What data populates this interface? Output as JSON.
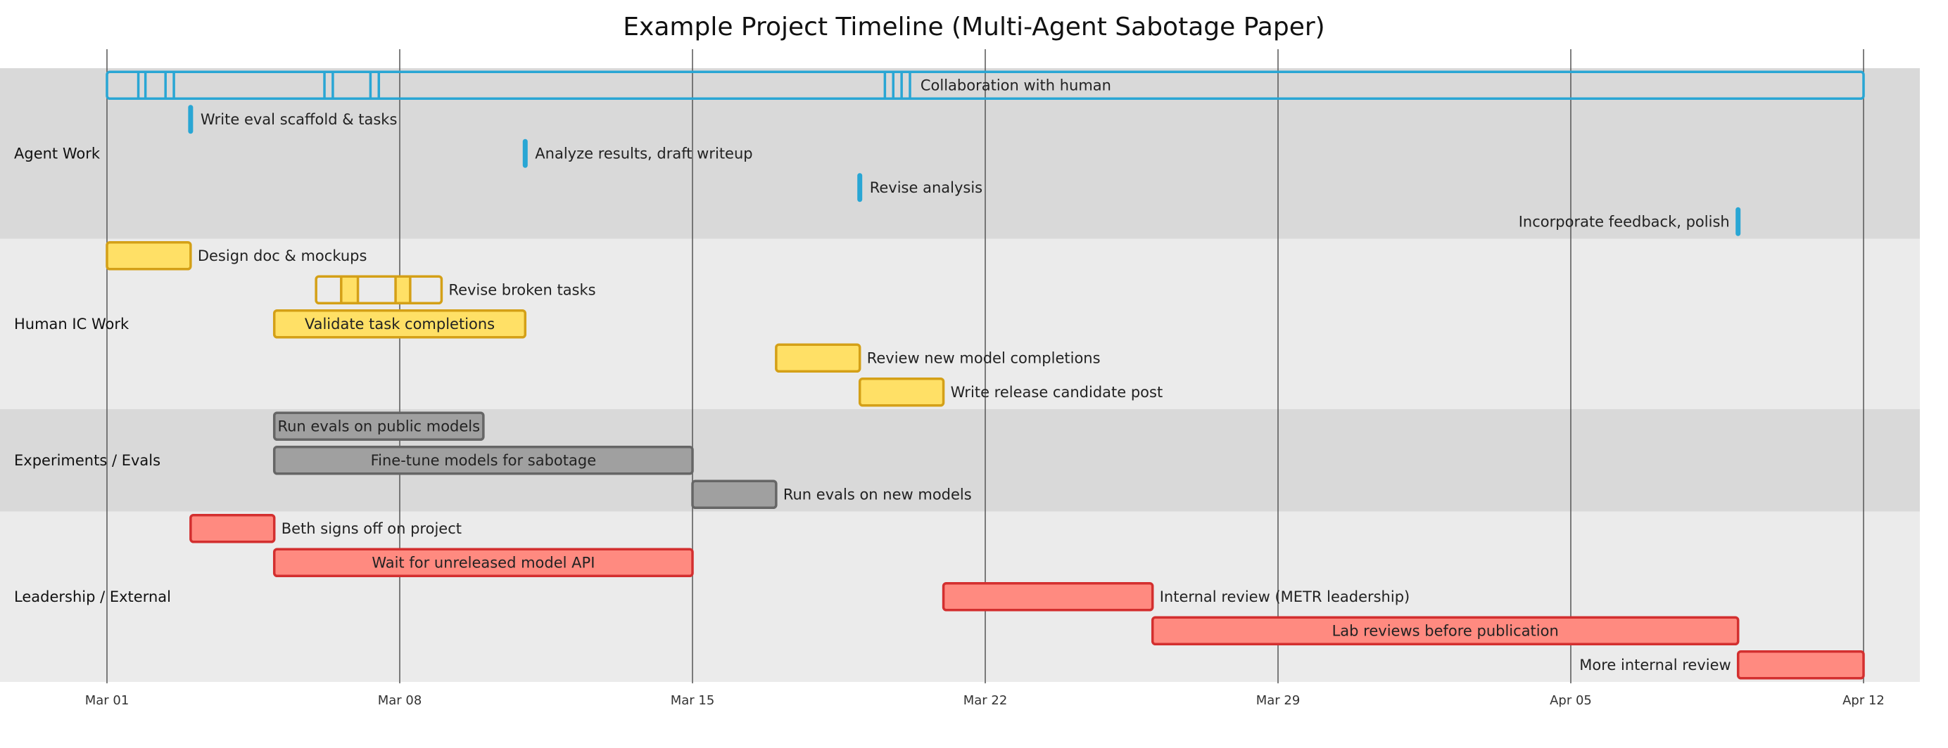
{
  "chart_data": {
    "type": "gantt",
    "title": "Example Project Timeline (Multi-Agent Sabotage Paper)",
    "x_axis": {
      "type": "date",
      "range": [
        "2024-02-27",
        "2024-04-13"
      ],
      "visible_range": [
        "2024-03-01",
        "2024-04-12"
      ],
      "ticks": [
        {
          "date": "2024-03-01",
          "label": "Mar 01"
        },
        {
          "date": "2024-03-08",
          "label": "Mar 08"
        },
        {
          "date": "2024-03-15",
          "label": "Mar 15"
        },
        {
          "date": "2024-03-22",
          "label": "Mar 22"
        },
        {
          "date": "2024-03-29",
          "label": "Mar 29"
        },
        {
          "date": "2024-04-05",
          "label": "Apr 05"
        },
        {
          "date": "2024-04-12",
          "label": "Apr 12"
        }
      ]
    },
    "grid": true,
    "sections": [
      {
        "name": "Agent Work",
        "fill": "#d9d9d9",
        "color": "#29a6d4",
        "stroke": "#29a6d4",
        "tasks": [
          {
            "label": "Collaboration with human",
            "start": "2024-03-01",
            "end": "2024-04-12",
            "style": "outline",
            "segments": [
              [
                "2024-03-01.75",
                "2024-03-01.92"
              ],
              [
                "2024-03-02.4",
                "2024-03-02.6"
              ],
              [
                "2024-03-06.2",
                "2024-03-06.4"
              ],
              [
                "2024-03-07.3",
                "2024-03-07.5"
              ],
              [
                "2024-03-19.6",
                "2024-03-19.8"
              ],
              [
                "2024-03-20.0",
                "2024-03-20.2"
              ]
            ]
          },
          {
            "label": "Write eval scaffold & tasks",
            "start": "2024-03-03",
            "end": "2024-03-03",
            "style": "milestone"
          },
          {
            "label": "Analyze results, draft writeup",
            "start": "2024-03-11",
            "end": "2024-03-11",
            "style": "milestone"
          },
          {
            "label": "Revise analysis",
            "start": "2024-03-19",
            "end": "2024-03-19",
            "style": "milestone"
          },
          {
            "label": "Incorporate feedback, polish",
            "start": "2024-04-09",
            "end": "2024-04-09",
            "style": "milestone",
            "label_side": "left"
          }
        ]
      },
      {
        "name": "Human IC Work",
        "fill": "#ebebeb",
        "color": "#ffe066",
        "stroke": "#d4a017",
        "tasks": [
          {
            "label": "Design doc & mockups",
            "start": "2024-03-01",
            "end": "2024-03-03"
          },
          {
            "label": "Revise broken tasks",
            "start": "2024-03-06",
            "end": "2024-03-09",
            "style": "outline",
            "segments": [
              [
                "2024-03-06.6",
                "2024-03-07.0"
              ],
              [
                "2024-03-07.9",
                "2024-03-08.25"
              ]
            ]
          },
          {
            "label": "Validate task completions",
            "start": "2024-03-05",
            "end": "2024-03-11",
            "label_side": "inside"
          },
          {
            "label": "Review new model completions",
            "start": "2024-03-17",
            "end": "2024-03-19"
          },
          {
            "label": "Write release candidate post",
            "start": "2024-03-19",
            "end": "2024-03-21"
          }
        ]
      },
      {
        "name": "Experiments / Evals",
        "fill": "#d9d9d9",
        "color": "#a0a0a0",
        "stroke": "#666666",
        "tasks": [
          {
            "label": "Run evals on public models",
            "start": "2024-03-05",
            "end": "2024-03-10",
            "label_side": "inside"
          },
          {
            "label": "Fine-tune models for sabotage",
            "start": "2024-03-05",
            "end": "2024-03-15",
            "label_side": "inside"
          },
          {
            "label": "Run evals on new models",
            "start": "2024-03-15",
            "end": "2024-03-17"
          }
        ]
      },
      {
        "name": "Leadership / External",
        "fill": "#ebebeb",
        "color": "#ff8a80",
        "stroke": "#d32f2f",
        "tasks": [
          {
            "label": "Beth signs off on project",
            "start": "2024-03-03",
            "end": "2024-03-05"
          },
          {
            "label": "Wait for unreleased model API",
            "start": "2024-03-05",
            "end": "2024-03-15",
            "label_side": "inside"
          },
          {
            "label": "Internal review (METR leadership)",
            "start": "2024-03-21",
            "end": "2024-03-26"
          },
          {
            "label": "Lab reviews before publication",
            "start": "2024-03-26",
            "end": "2024-04-09",
            "label_side": "inside"
          },
          {
            "label": "More internal review",
            "start": "2024-04-09",
            "end": "2024-04-12",
            "label_side": "left"
          }
        ]
      }
    ]
  }
}
